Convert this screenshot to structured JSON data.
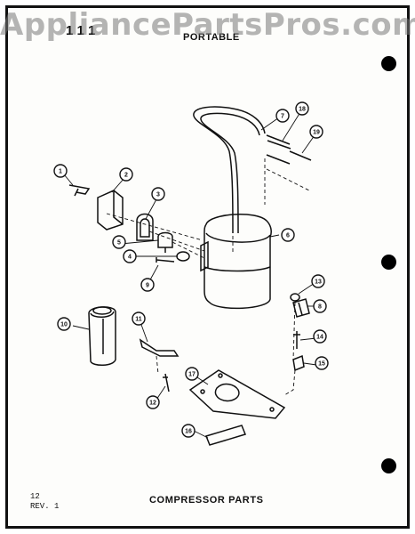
{
  "header": {
    "watermark": "AppliancePartsPros.com",
    "model_code": "1 1 1",
    "subtitle": "PORTABLE"
  },
  "footer": {
    "page_number": "12",
    "revision": "REV. 1",
    "caption": "COMPRESSOR PARTS"
  },
  "callouts": [
    "1",
    "2",
    "3",
    "4",
    "5",
    "6",
    "7",
    "8",
    "8",
    "9",
    "10",
    "11",
    "12",
    "13",
    "14",
    "15",
    "16",
    "17",
    "18",
    "19"
  ],
  "colors": {
    "ink": "#111111",
    "paper": "#fdfdfb",
    "watermark": "#787878"
  }
}
